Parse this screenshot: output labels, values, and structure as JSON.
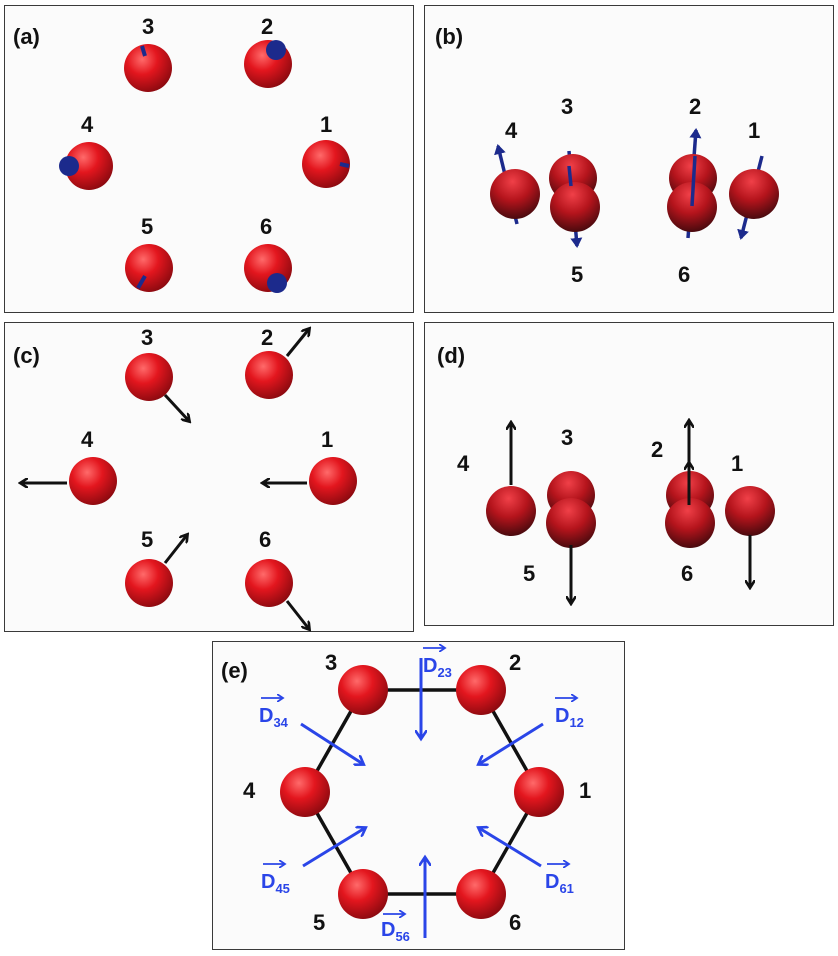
{
  "panels": {
    "a": {
      "label": "(a)",
      "sites": [
        "1",
        "2",
        "3",
        "4",
        "5",
        "6"
      ]
    },
    "b": {
      "label": "(b)",
      "sites": [
        "1",
        "2",
        "3",
        "4",
        "5",
        "6"
      ]
    },
    "c": {
      "label": "(c)",
      "sites": [
        "1",
        "2",
        "3",
        "4",
        "5",
        "6"
      ]
    },
    "d": {
      "label": "(d)",
      "sites": [
        "1",
        "2",
        "3",
        "4",
        "5",
        "6"
      ]
    },
    "e": {
      "label": "(e)",
      "sites": [
        "1",
        "2",
        "3",
        "4",
        "5",
        "6"
      ],
      "dm_vectors": [
        {
          "main": "D",
          "sub": "23"
        },
        {
          "main": "D",
          "sub": "12"
        },
        {
          "main": "D",
          "sub": "34"
        },
        {
          "main": "D",
          "sub": "45"
        },
        {
          "main": "D",
          "sub": "61"
        },
        {
          "main": "D",
          "sub": "56"
        }
      ]
    }
  },
  "colors": {
    "sphere": "#e0141c",
    "spin_dot": "#1c2a8c",
    "arrow": "#111111",
    "dm_arrow": "#2a45e8",
    "bond": "#111111"
  }
}
